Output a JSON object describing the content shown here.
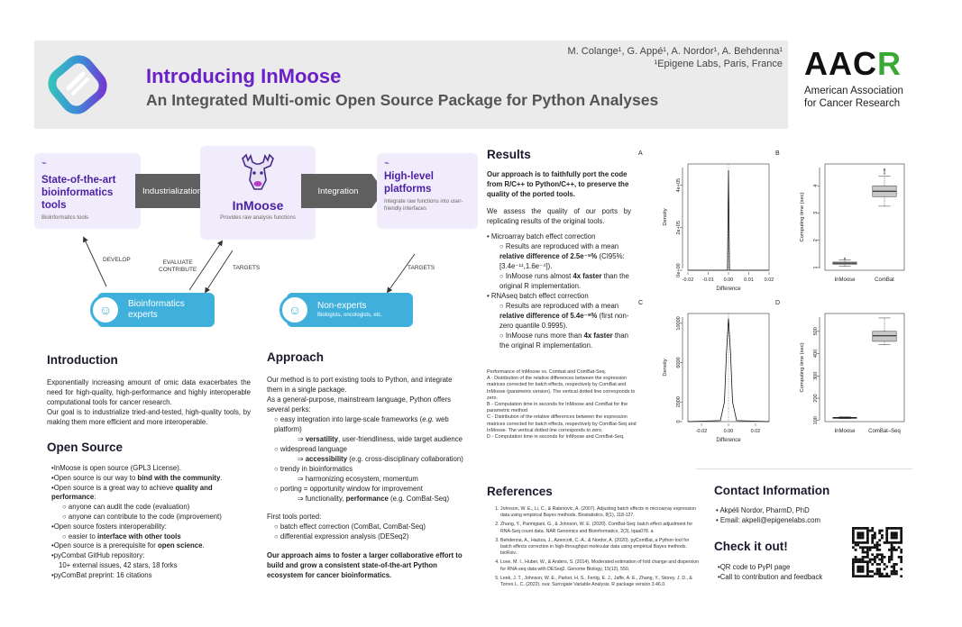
{
  "header": {
    "title": "Introducing InMoose",
    "subtitle": "An Integrated Multi-omic Open Source Package for Python Analyses",
    "authors": "M. Colange¹, G. Appé¹, A. Nordor¹, A. Behdenna¹",
    "affiliation": "¹Epigene Labs, Paris, France",
    "aacr_mark_pre": "AAC",
    "aacr_mark_r": "R",
    "aacr_name_line1": "American Association",
    "aacr_name_line2": "for Cancer Research"
  },
  "diagram": {
    "left_box_title": "State-of-the-art bioinformatics tools",
    "left_box_sub": "Bioinformatics tools",
    "industrialization": "Industrialization",
    "center_title": "InMoose",
    "center_sub": "Provides raw analysis functions",
    "integration": "Integration",
    "right_box_title": "High-level platforms",
    "right_box_sub": "Integrate raw functions into user-friendly interfaces",
    "develop": "DEVELOP",
    "evaluate": "EVALUATE",
    "contribute": "CONTRIBUTE",
    "targets_left": "TARGETS",
    "targets_right": "TARGETS",
    "bio_experts_line1": "Bioinformatics",
    "bio_experts_line2": "experts",
    "nonexperts_title": "Non-experts",
    "nonexperts_sub": "Biologists, oncologists, etc."
  },
  "introduction": {
    "heading": "Introduction",
    "p1": "Exponentially increasing amount of omic data exacerbates the need for high-quality, high-performance and highly interoperable computational tools for cancer research.",
    "p2": "Our goal is to industrialize tried-and-tested, high-quality tools, by making them more efficient and more interoperable."
  },
  "open_source": {
    "heading": "Open Source",
    "l1": "•InMoose is open source (GPL3 License).",
    "l2a": "•Open source is our way to ",
    "l2b": "bind with the community",
    "l2c": ".",
    "l3a": "•Open source is a great way to achieve ",
    "l3b": "quality and performance",
    "l3c": ":",
    "l4": "anyone can audit the code (evaluation)",
    "l5": "anyone can contribute to the code (improvement)",
    "l6": "•Open source fosters interoperability:",
    "l7a": "easier to ",
    "l7b": "interface with other tools",
    "l8a": "•Open source is a prerequisite for ",
    "l8b": "open science",
    "l8c": ".",
    "l9": "•pyCombat GitHub repository:",
    "l10": "10+ external issues, 42 stars, 18 forks",
    "l11": "•pyComBat preprint: 16 citations"
  },
  "approach": {
    "heading": "Approach",
    "p1": "Our method is to port existing tools to Python, and integrate them in a single package.",
    "p2": "As a general-purpose, mainstream language, Python offers several perks:",
    "b1a": "easy integration into large-scale frameworks (",
    "b1b": "e.g.",
    "b1c": " web platform)",
    "b1d": "⇒ ",
    "b1e": "versatility",
    "b1f": ", user-friendliness, wide target audience",
    "b2": "widespread language",
    "b2d": "⇒ ",
    "b2e": "accessibility",
    "b2f": " (e.g. cross-disciplinary collaboration)",
    "b3": "trendy in bioinformatics",
    "b3d": "⇒ harmonizing ecosystem, momentum",
    "b4": "porting = opportunity window for improvement",
    "b4d": "⇒ functionality, ",
    "b4e": "performance",
    "b4f": " (e.g. ComBat-Seq)",
    "ported_heading": "First tools ported:",
    "t1": "batch effect correction (ComBat, ComBat-Seq)",
    "t2": "differential expression analysis (DESeq2)",
    "closing": "Our approach aims to foster a larger collaborative effort to build and grow a consistent state-of-the-art Python ecosystem for cancer bioinformatics."
  },
  "results": {
    "heading": "Results",
    "p1": "Our approach is to faithfully port the code from R/C++ to Python/C++, to preserve the quality of the ported tools.",
    "p2": "We assess the quality of our ports by replicating results of the original tools.",
    "m1": "Microarray batch effect correction",
    "m1a": "Results are reproduced with a mean ",
    "m1b": "relative difference of 2.5e⁻⁵%",
    "m1c": "(CI95%: [3.4e⁻¹¹,1.6e⁻⁴]).",
    "m1d": "InMoose runs almost ",
    "m1e": "4x faster",
    "m1f": " than the original R implementation.",
    "m2": "RNAseq batch effect correction",
    "m2a": "Results are reproduced with a mean ",
    "m2b": "relative difference of 5.4e⁻⁸%",
    "m2c": " (first non-zero quantile 0.9995).",
    "m2d": "InMoose runs more than ",
    "m2e": "4x faster",
    "m2f": " than the original R implementation.",
    "caption_title": "Performance of InMoose vs. Combat and ComBat-Seq.",
    "cap_a": "A - Distribution of the relative differences between the expression matrices corrected for batch effects, respectively by ComBat and InMoose (parametric version). The vertical dotted line corresponds to zero.",
    "cap_b": "B - Computation time in seconds for InMoose and ComBat for the parametric method",
    "cap_c": "C - Distribution of the relative differences between the expression matrices corrected for batch effects, respectively by ComBat-Seq and InMoose. The vertical dotted line corresponds to zero.",
    "cap_d": "D - Computation time in seconds for InMoose and ComBat-Seq."
  },
  "chart_data": [
    {
      "type": "line",
      "panel": "A",
      "xlabel": "Difference",
      "ylabel": "Density",
      "x_ticks": [
        "-0.02",
        "-0.01",
        "0.00",
        "0.01",
        "0.02"
      ],
      "y_ticks": [
        "0e+00",
        "2e+05",
        "4e+05"
      ],
      "xlim": [
        -0.02,
        0.02
      ],
      "ylim": [
        0,
        500000
      ],
      "x": [
        -0.02,
        -0.0005,
        0.0,
        0.0005,
        0.02
      ],
      "y": [
        0,
        0,
        470000,
        0,
        0
      ]
    },
    {
      "type": "boxplot",
      "panel": "B",
      "ylabel": "Computing time (sec)",
      "categories": [
        "InMoose",
        "ComBat"
      ],
      "y_ticks": [
        "1",
        "2",
        "3",
        "4"
      ],
      "ylim": [
        0.9,
        4.8
      ],
      "boxes": [
        {
          "min": 1.05,
          "q1": 1.12,
          "median": 1.16,
          "q3": 1.2,
          "max": 1.28,
          "outliers": [
            1.33
          ]
        },
        {
          "min": 3.25,
          "q1": 3.6,
          "median": 3.8,
          "q3": 4.0,
          "max": 4.35,
          "outliers": [
            4.45,
            4.55,
            4.6
          ]
        }
      ]
    },
    {
      "type": "line",
      "panel": "C",
      "xlabel": "Difference",
      "ylabel": "Density",
      "x_ticks": [
        "-0.02",
        "0.00",
        "0.02"
      ],
      "y_ticks": [
        "0",
        "2000",
        "6000",
        "10000"
      ],
      "xlim": [
        -0.03,
        0.03
      ],
      "ylim": [
        0,
        11000
      ],
      "x": [
        -0.03,
        -0.006,
        -0.003,
        -0.0015,
        0.0,
        0.0015,
        0.003,
        0.006,
        0.03
      ],
      "y": [
        0,
        100,
        2000,
        7000,
        10500,
        7000,
        2000,
        100,
        0
      ]
    },
    {
      "type": "boxplot",
      "panel": "D",
      "ylabel": "Computing time (sec)",
      "categories": [
        "InMoose",
        "ComBat–Seq"
      ],
      "y_ticks": [
        "100",
        "200",
        "300",
        "400",
        "500"
      ],
      "ylim": [
        95,
        580
      ],
      "boxes": [
        {
          "min": 108,
          "q1": 110,
          "median": 112,
          "q3": 114,
          "max": 117,
          "outliers": []
        },
        {
          "min": 440,
          "q1": 455,
          "median": 480,
          "q3": 500,
          "max": 560,
          "outliers": []
        }
      ]
    }
  ],
  "references": {
    "heading": "References",
    "items": [
      "Johnson, W. E., Li, C., & Rabinovic, A. (2007). Adjusting batch effects in microarray expression data using empirical Bayes methods. Biostatistics, 8(1), 118-127.",
      "Zhang, Y., Parmigiani, G., & Johnson, W. E. (2020). ComBat-Seq: batch effect adjustment for RNA-Seq count data. NAR Genomics and Bioinformatics, 2(3), lqaa078. a",
      "Behdenna, A., Haziza, J., Azencott, C.-A., & Nordor, A. (2020). pyComBat, a Python tool for batch effects correction in high-throughput molecular data using empirical Bayes methods. bioRxiv.",
      "Love, M. I., Huber, W., & Anders, S. (2014). Moderated estimation of fold change and dispersion for RNA-seq data with DESeq2. Genome Biology, 15(12), 550.",
      "Leek, J. T., Johnson, W. E., Parker, H. S., Fertig, E. J., Jaffe, A. E., Zhang, Y., Storey, J. D., & Torres L. C. (2022). sva: Surrogate Variable Analysis. R package version 3.46.0."
    ]
  },
  "contact": {
    "heading": "Contact Information",
    "name": "Akpéli Nordor, PharmD, PhD",
    "email": "Email: akpeli@epigenelabs.com"
  },
  "checkout": {
    "heading": "Check it out!",
    "l1": "•QR code to PyPI page",
    "l2": "•Call to contribution and feedback"
  },
  "colors": {
    "accent": "#6a1fc7",
    "pill": "#3fb0dc",
    "aacr_green": "#3aa835"
  }
}
